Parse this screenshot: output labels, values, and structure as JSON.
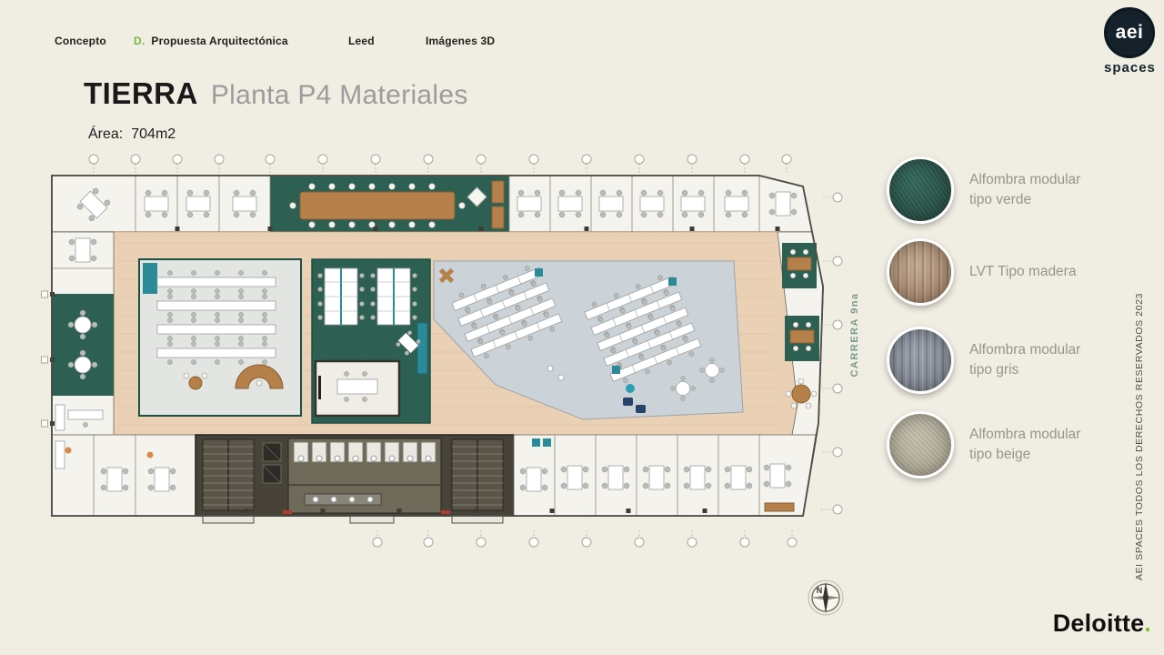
{
  "nav": {
    "items": [
      {
        "label": "Concepto"
      },
      {
        "prefix": "D.",
        "label": "Propuesta Arquitectónica"
      },
      {
        "label": "Leed"
      },
      {
        "label": "Imágenes 3D"
      }
    ]
  },
  "logo": {
    "brand": "aei",
    "sub": "spaces"
  },
  "title": {
    "main": "TIERRA",
    "sub": "Planta P4 Materiales"
  },
  "area": {
    "label": "Área:",
    "value": "704m2"
  },
  "legend": {
    "items": [
      {
        "name": "Alfombra modular tipo verde",
        "line1": "Alfombra modular",
        "line2": "tipo verde",
        "color": "#2c5a4e"
      },
      {
        "name": "LVT Tipo madera",
        "line1": "LVT Tipo madera",
        "line2": "",
        "color": "#b2947c"
      },
      {
        "name": "Alfombra modular tipo gris",
        "line1": "Alfombra modular",
        "line2": "tipo gris",
        "color": "#8b909a"
      },
      {
        "name": "Alfombra modular tipo beige",
        "line1": "Alfombra modular",
        "line2": "tipo beige",
        "color": "#b5ae9d"
      }
    ]
  },
  "plan": {
    "street_label": "CARRERA 9na",
    "compass_label": "N"
  },
  "copyright": "AEI SPACES TODOS LOS DERECHOS RESERVADOS 2023",
  "footer": {
    "brand": "Deloitte",
    "dot": "."
  },
  "colors": {
    "accent_green": "#7eb73f",
    "deloitte_green": "#86bc25",
    "background": "#f0ede3",
    "title_gray": "#9c9c9c",
    "legend_text": "#97958a",
    "plan_green": "#2d5f53",
    "plan_wood_floor": "#ead0b5",
    "plan_gray_carpet": "#ccd3d8",
    "street_label_green": "#7b9a8d"
  }
}
